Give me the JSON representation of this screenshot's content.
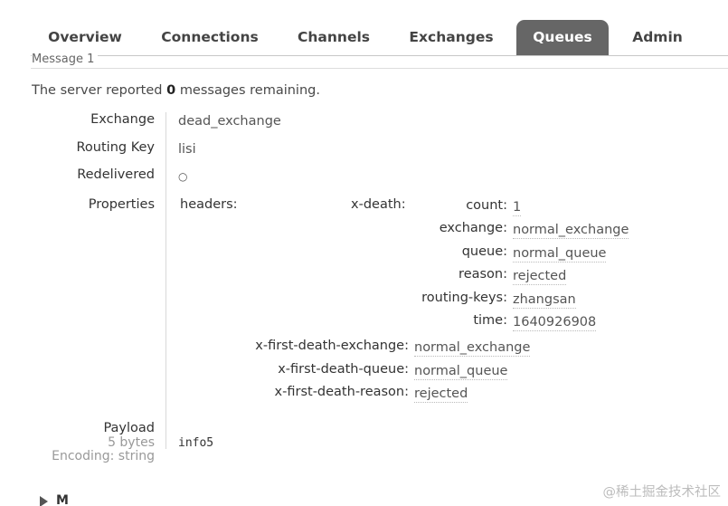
{
  "tabs": [
    {
      "label": "Overview"
    },
    {
      "label": "Connections"
    },
    {
      "label": "Channels"
    },
    {
      "label": "Exchanges"
    },
    {
      "label": "Queues",
      "active": true
    },
    {
      "label": "Admin"
    }
  ],
  "section_heading": "Message 1",
  "remaining": {
    "prefix": "The server reported",
    "count": "0",
    "suffix": "messages remaining."
  },
  "message": {
    "exchange_label": "Exchange",
    "exchange": "dead_exchange",
    "routing_key_label": "Routing Key",
    "routing_key": "lisi",
    "redelivered_label": "Redelivered",
    "redelivered": "○",
    "properties_label": "Properties",
    "properties": {
      "headers_label": "headers:",
      "x_death_label": "x-death:",
      "x_death": [
        {
          "key": "count:",
          "value": "1"
        },
        {
          "key": "exchange:",
          "value": "normal_exchange"
        },
        {
          "key": "queue:",
          "value": "normal_queue"
        },
        {
          "key": "reason:",
          "value": "rejected"
        },
        {
          "key": "routing-keys:",
          "value": "zhangsan"
        },
        {
          "key": "time:",
          "value": "1640926908"
        }
      ],
      "first_death": [
        {
          "key": "x-first-death-exchange:",
          "value": "normal_exchange"
        },
        {
          "key": "x-first-death-queue:",
          "value": "normal_queue"
        },
        {
          "key": "x-first-death-reason:",
          "value": "rejected"
        }
      ]
    },
    "payload_label": "Payload",
    "payload_size": "5 bytes",
    "payload_encoding": "Encoding: string",
    "payload": "info5"
  },
  "bottom_section": "M",
  "watermark": "@稀土掘金技术社区",
  "colors": {
    "active_tab_bg": "#666666",
    "active_tab_fg": "#ffffff"
  }
}
